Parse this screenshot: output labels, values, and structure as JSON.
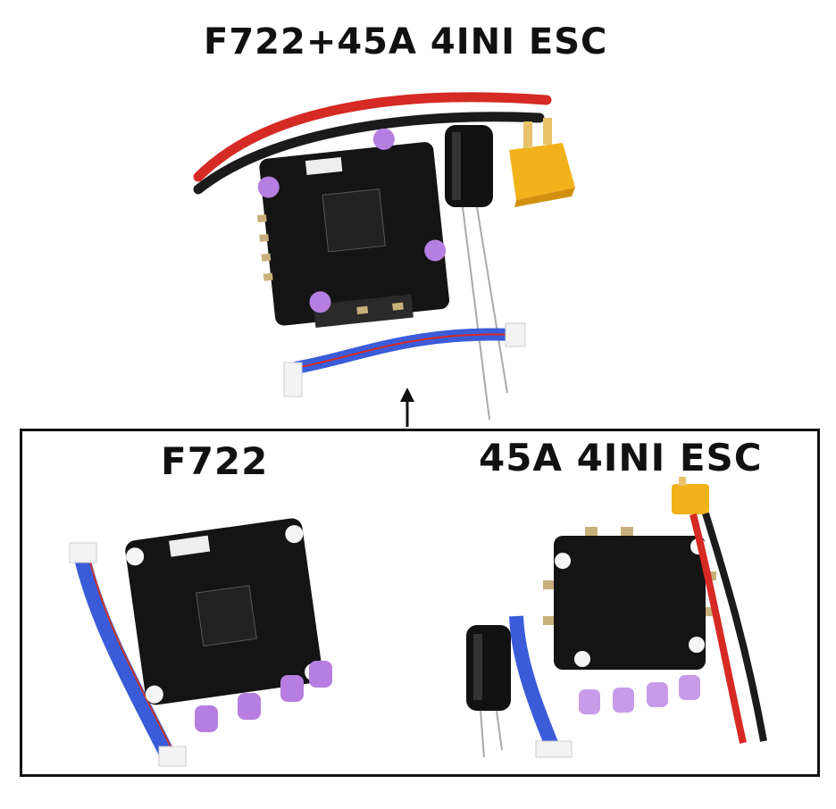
{
  "titles": {
    "combo": "F722+45A 4INI ESC",
    "flight_controller": "F722",
    "esc": "45A 4INI ESC"
  },
  "colors": {
    "pcb": "#141414",
    "standoff": "#b57ee0",
    "wire_red": "#d62a24",
    "wire_black": "#1b1b1b",
    "xt60": "#f2b21b",
    "ribbon_blue": "#3b5bd9"
  }
}
